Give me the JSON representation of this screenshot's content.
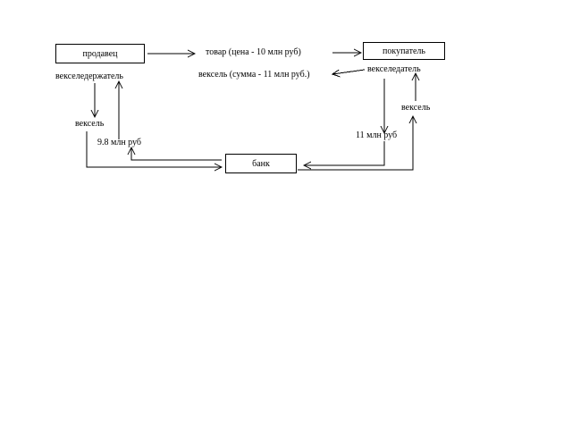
{
  "nodes": {
    "seller": "продавец",
    "buyer": "покупатель",
    "bank": "банк"
  },
  "labels": {
    "goods": "товар (цена - 10 млн руб)",
    "bill_sum": "вексель (сумма - 11 млн руб.)",
    "drawer": "векселедатель",
    "holder": "векселедержатель",
    "bill_left": "вексель",
    "amount_left": "9.8 млн руб",
    "amount_right": "11 млн руб",
    "bill_right": "вексель"
  },
  "colors": {
    "line": "#000000",
    "background": "#ffffff"
  }
}
